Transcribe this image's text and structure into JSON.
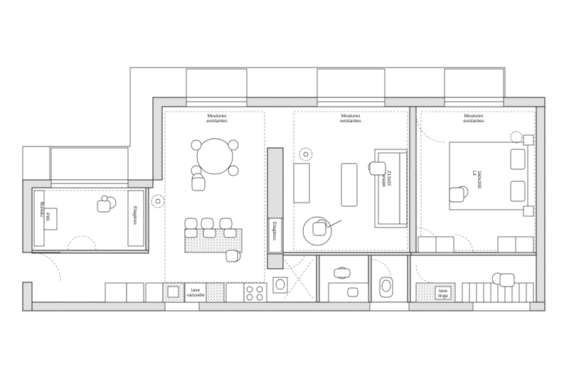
{
  "labels": {
    "moulures_1_line1": "Moulures",
    "moulures_1_line2": "existantes",
    "moulures_2_line1": "Moulures",
    "moulures_2_line2": "existantes",
    "moulures_3_line1": "Moulures",
    "moulures_3_line2": "existantes",
    "bureau": "Bureau",
    "p65": "P65",
    "etageres_bureau": "Etagères",
    "etageres_hall": "Etagères",
    "canape_line1": "Canapé",
    "canape_line2": "213x92",
    "lit_line1": "Lit",
    "lit_line2": "160x200",
    "lave_vaisselle_line1": "lave",
    "lave_vaisselle_line2": "vaisselle",
    "lave_linge_line1": "lave",
    "lave_linge_line2": "linge"
  }
}
